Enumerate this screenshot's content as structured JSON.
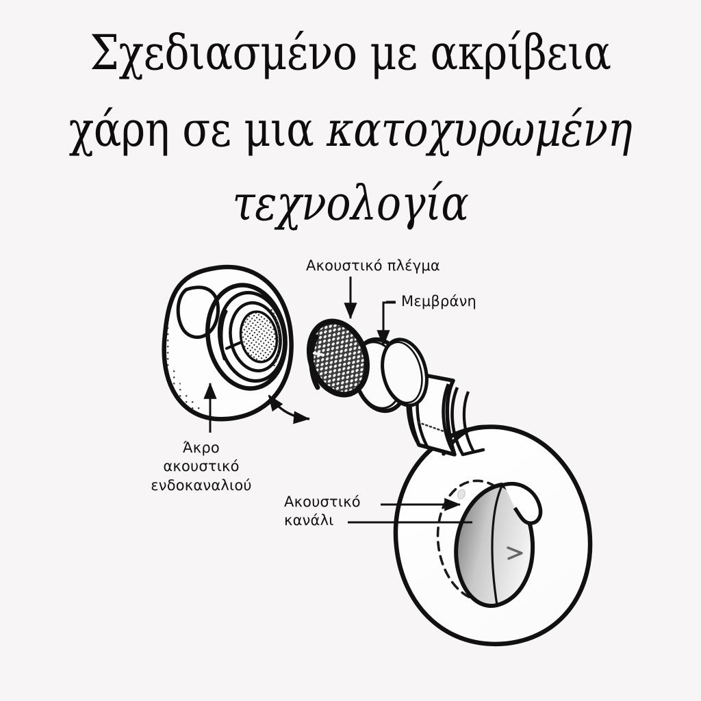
{
  "page": {
    "background_color": "#f7f5f6",
    "ink_color": "#0d0d0d",
    "language": "el"
  },
  "headline": {
    "line1": "Σχεδιασμένο με ακρίβεια",
    "line2_plain": "χάρη σε μια ",
    "line2_emphasis": "κατοχυρωμένη",
    "line3_emphasis": "τεχνολογία",
    "full_text": "Σχεδιασμένο με ακρίβεια χάρη σε μια κατοχυρωμένη τεχνολογία"
  },
  "diagram": {
    "type": "exploded-view-illustration",
    "subject": "in-ear earphone (earbud) exploded diagram",
    "style": "black line art on off-white background",
    "labels": {
      "acoustic_grid": {
        "text": "Ακουστικό πλέγμα",
        "leader": "straight arrow pointing down to the mesh disc"
      },
      "membrane": {
        "text": "Μεμβράνη",
        "leader": "elbow leader with arrow pointing down to the ring"
      },
      "eartip": {
        "line1": "Άκρο",
        "line2": "ακουστικό",
        "line3": "ενδοκαναλιού",
        "leader": "straight arrow pointing up to the silicone tip"
      },
      "acoustic_canal": {
        "line1": "Ακουστικό",
        "line2": "κανάλι",
        "leader": "two horizontal arrows pointing right into the canal opening"
      }
    },
    "parts": [
      "eartip",
      "acoustic-grid-mesh-disc",
      "membrane-ring",
      "nozzle-stem",
      "earbud-body",
      "ear-canal-opening"
    ],
    "annotations": {
      "assembly_arrow": "curved double-headed arrow between eartip and mesh disc",
      "canal_outline": "dashed ellipse around the ear canal opening"
    }
  }
}
